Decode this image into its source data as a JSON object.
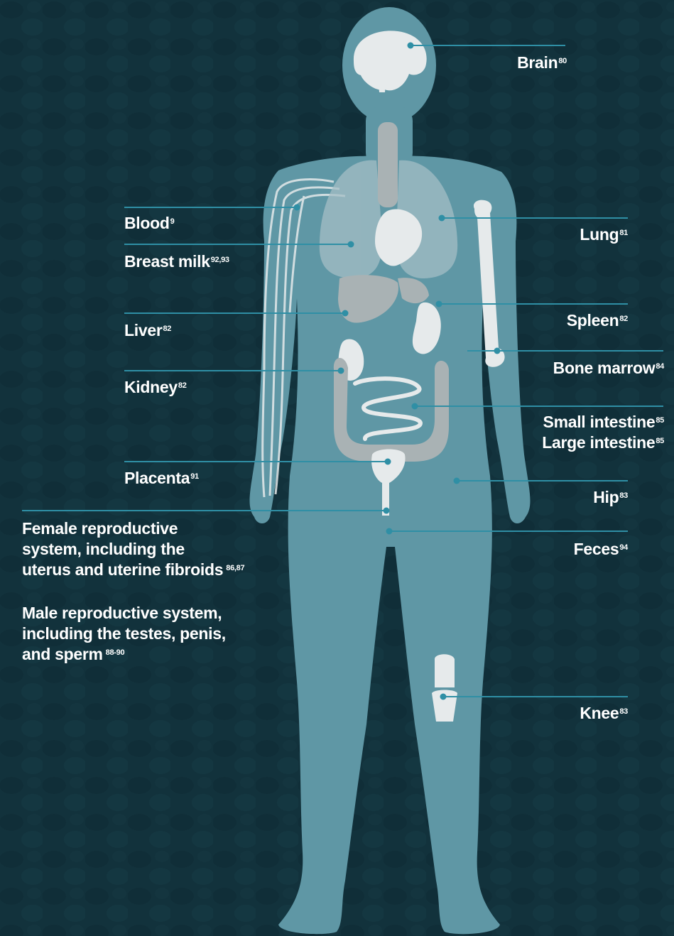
{
  "labels": {
    "brain": {
      "text": "Brain",
      "ref": "80"
    },
    "lung": {
      "text": "Lung",
      "ref": "81"
    },
    "spleen": {
      "text": "Spleen",
      "ref": "82"
    },
    "bone": {
      "text": "Bone marrow",
      "ref": "84"
    },
    "small": {
      "text": "Small intestine",
      "ref": "85"
    },
    "large": {
      "text": "Large intestine",
      "ref": "85"
    },
    "hip": {
      "text": "Hip",
      "ref": "83"
    },
    "feces": {
      "text": "Feces",
      "ref": "94"
    },
    "knee": {
      "text": "Knee",
      "ref": "83"
    },
    "blood": {
      "text": "Blood",
      "ref": "9"
    },
    "milk": {
      "text": "Breast milk",
      "ref": "92,93"
    },
    "liver": {
      "text": "Liver",
      "ref": "82"
    },
    "kidney": {
      "text": "Kidney",
      "ref": "82"
    },
    "placenta": {
      "text": "Placenta",
      "ref": "91"
    }
  },
  "female": {
    "line1": "Female reproductive",
    "line2": "system, including the",
    "line3": "uterus and uterine fibroids",
    "ref": "86,87"
  },
  "male": {
    "line1": "Male reproductive system,",
    "line2": "including the testes, penis,",
    "line3": "and sperm",
    "ref": "88-90"
  },
  "colors": {
    "background": "#12323c",
    "body": "#5f97a5",
    "leader": "#2f8fa5",
    "organ_light": "#e6eaeb",
    "organ_grey": "#a9b2b4"
  }
}
